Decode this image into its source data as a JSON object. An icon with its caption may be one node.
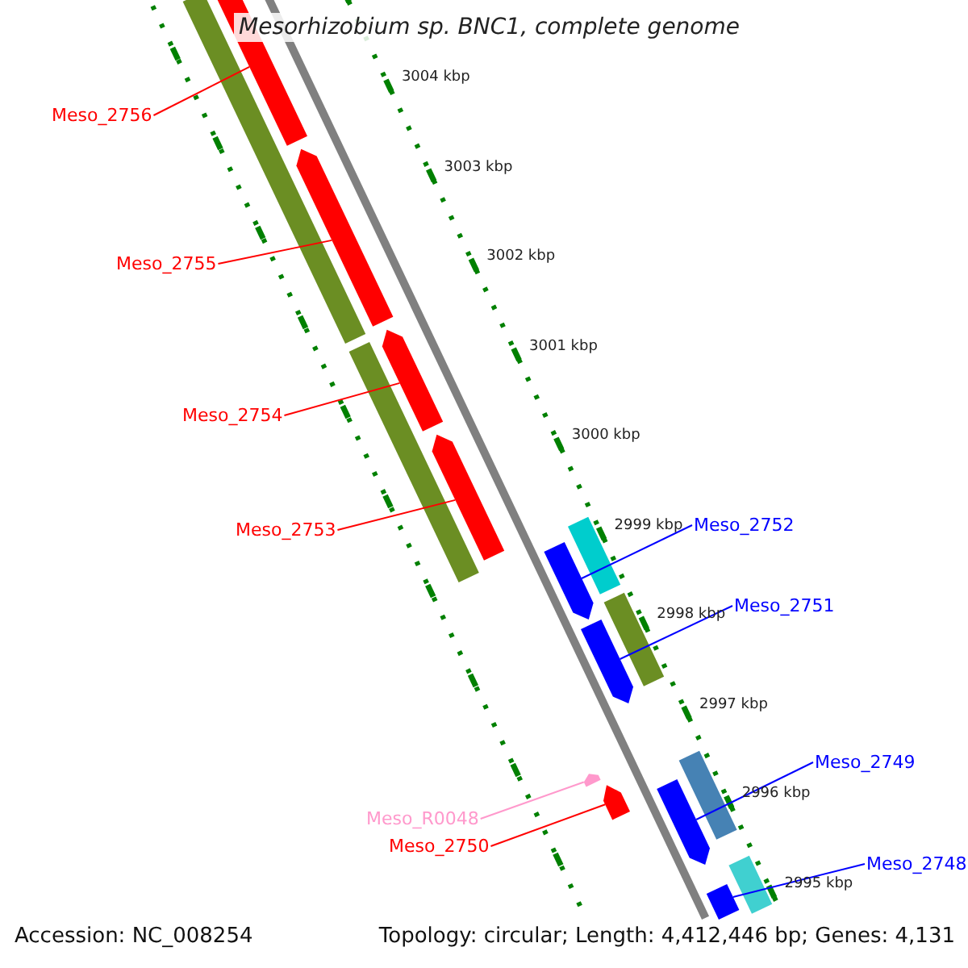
{
  "diagram": {
    "title": "Mesorhizobium sp. BNC1, complete genome",
    "nodes": [
      {
        "text": [
          "Meso_2756"
        ]
      },
      {
        "text": [],
        "shape": "bar"
      },
      {
        "text": [
          "Meso_2755"
        ]
      },
      {
        "text": [],
        "shape": "bar"
      },
      {
        "text": [
          "Meso_2754"
        ]
      },
      {
        "text": [],
        "shape": "bar"
      },
      {
        "text": [
          "Meso_2753"
        ]
      },
      {
        "text": [],
        "shape": "bar"
      },
      {
        "text": [
          "Meso_2752"
        ]
      },
      {
        "text": [],
        "shape": "bar"
      },
      {
        "text": [
          "Meso_2751"
        ]
      },
      {
        "text": [],
        "shape": "bar"
      },
      {
        "text": [
          "Meso_2749"
        ]
      },
      {
        "text": [],
        "shape": "bar"
      },
      {
        "text": [
          "Meso_2748"
        ]
      },
      {
        "text": [],
        "shape": "bar"
      },
      {
        "text": [
          "Meso_R0048"
        ]
      },
      {
        "text": [],
        "shape": "bar"
      },
      {
        "text": [
          "Meso_2750"
        ]
      },
      {
        "text": [],
        "shape": "bar"
      }
    ],
    "edges": [
      {
        "from": 0,
        "to": 1,
        "arrow": "none"
      },
      {
        "from": 2,
        "to": 3,
        "arrow": "none"
      },
      {
        "from": 4,
        "to": 5,
        "arrow": "none"
      },
      {
        "from": 6,
        "to": 7,
        "arrow": "none"
      },
      {
        "from": 8,
        "to": 9,
        "arrow": "none",
        "color": "#0000ff"
      },
      {
        "from": 10,
        "to": 11,
        "arrow": "none",
        "color": "#0000ff"
      },
      {
        "from": 12,
        "to": 13,
        "arrow": "none",
        "color": "#0000ff"
      },
      {
        "from": 14,
        "to": 15,
        "arrow": "none",
        "color": "#0000ff"
      },
      {
        "from": 16,
        "to": 17,
        "arrow": "none",
        "color": "#ff99cc"
      },
      {
        "from": 18,
        "to": 19,
        "arrow": "none"
      }
    ],
    "labels": [
      "3004 kbp",
      "3003 kbp",
      "3002 kbp",
      "3001 kbp",
      "3000 kbp",
      "2999 kbp",
      "2998 kbp",
      "2997 kbp",
      "2996 kbp",
      "2995 kbp",
      "Accession: NC_008254",
      "Topology: circular; Length: 4,412,446 bp; Genes: 4,131"
    ]
  }
}
